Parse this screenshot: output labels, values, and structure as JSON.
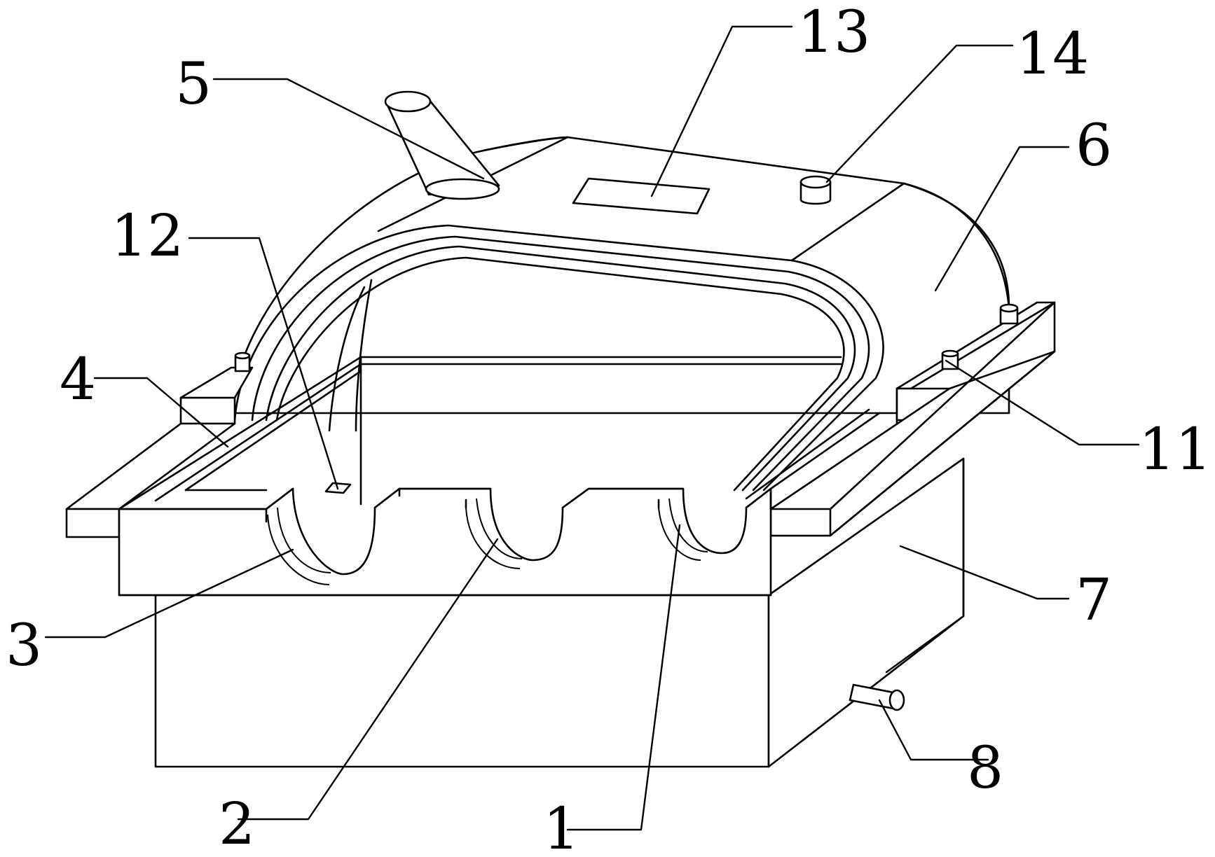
{
  "labels": {
    "l1": "1",
    "l2": "2",
    "l3": "3",
    "l4": "4",
    "l5": "5",
    "l6": "6",
    "l7": "7",
    "l8": "8",
    "l11": "11",
    "l12": "12",
    "l13": "13",
    "l14": "14"
  }
}
